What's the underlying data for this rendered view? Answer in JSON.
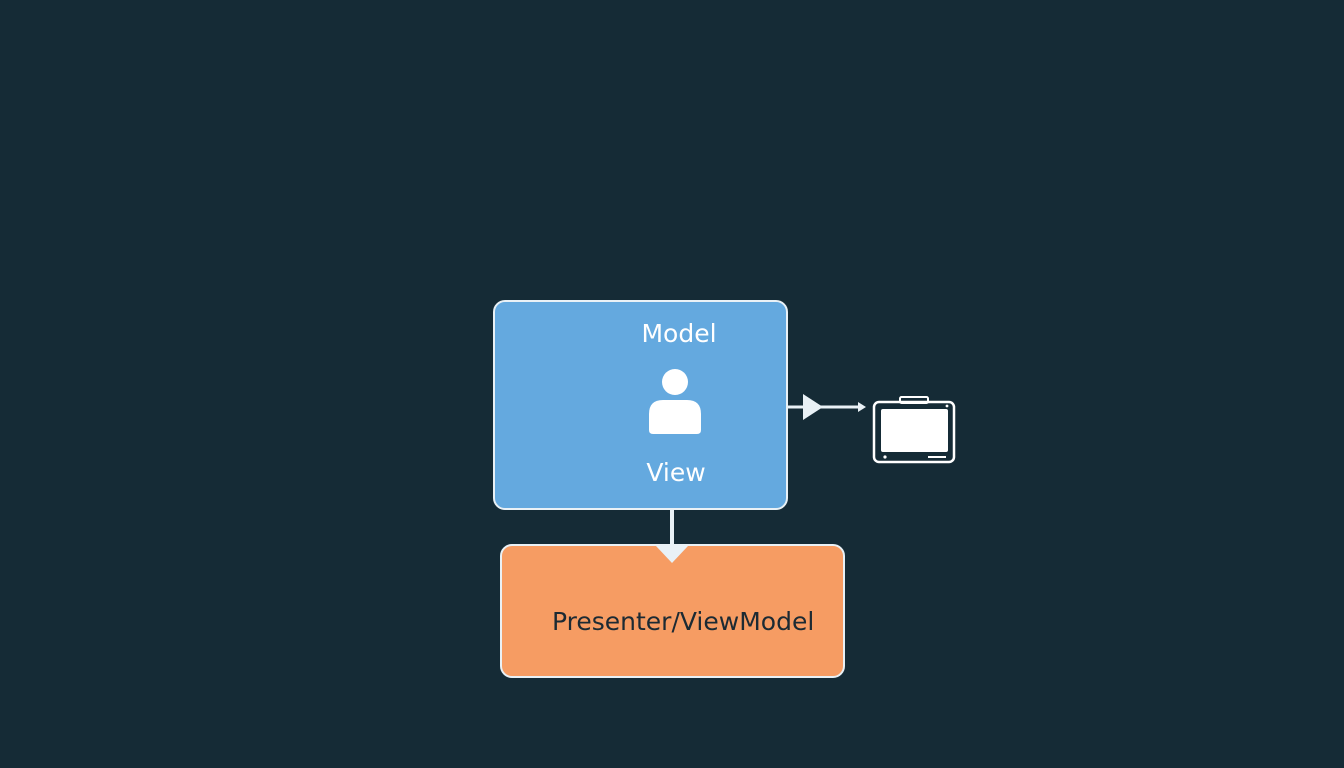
{
  "diagram": {
    "model_view_box": {
      "model_label": "Model",
      "view_label": "View",
      "icon": "user-icon",
      "fill": "#64a9df"
    },
    "presenter_box": {
      "label": "Presenter/ViewModel",
      "fill": "#f69c63"
    },
    "device_icon": "tablet-icon",
    "colors": {
      "background": "#152b36",
      "stroke": "#e9f1f6"
    }
  }
}
